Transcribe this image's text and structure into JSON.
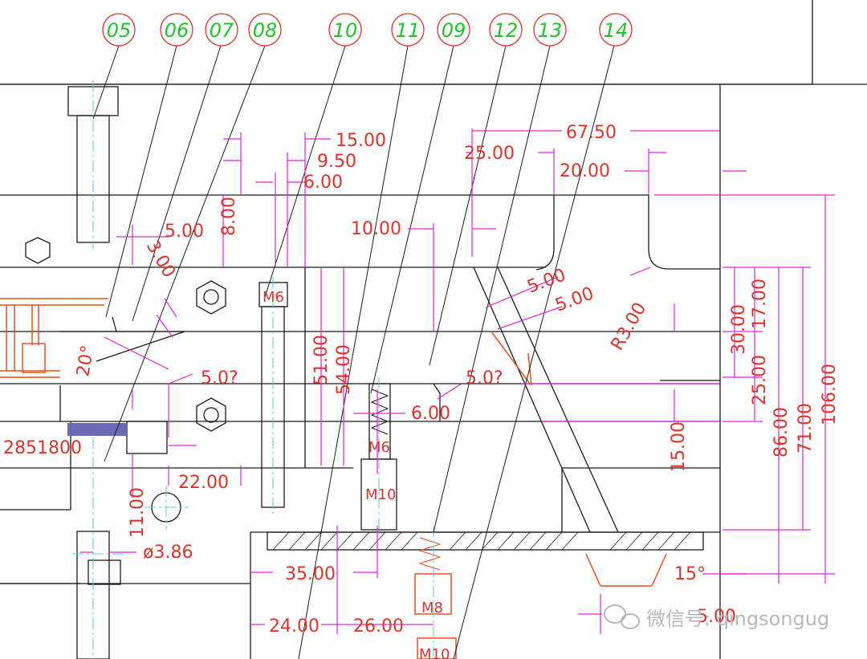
{
  "balloons": [
    "05",
    "06",
    "07",
    "08",
    "10",
    "11",
    "09",
    "12",
    "13",
    "14"
  ],
  "dimensions": {
    "d_15": "15.00",
    "d_9_5": "9.50",
    "d_6a": "6.00",
    "d_67_5": "67.50",
    "d_25a": "25.00",
    "d_20": "20.00",
    "d_10": "10.00",
    "d_5a": "5.00",
    "d_8": "8.00",
    "d_3": "3.00",
    "d_5b": "5.00",
    "d_5c": "5.00",
    "d_r3": "R3.00",
    "d_30": "30.00",
    "d_17": "17.00",
    "d_51": "51.00",
    "d_54": "54.00",
    "d_20deg": "20°",
    "d_5q1": "5.0?",
    "d_5q2": "5.0?",
    "d_6b": "6.00",
    "d_25b": "25.00",
    "d_86": "86.00",
    "d_71": "71.00",
    "d_106": "106.00",
    "d_15b": "15.00",
    "d_part": "2851800",
    "d_22": "22.00",
    "d_11": "11.00",
    "d_dia": "ø3.86",
    "d_35": "35.00",
    "d_15deg": "15°",
    "d_24": "24.00",
    "d_26": "26.00",
    "d_5d": "5.00"
  },
  "labels": {
    "m6a": "M6",
    "m6b": "M6",
    "m10a": "M10",
    "m8": "M8",
    "m10b": "M10"
  },
  "watermark": "微信号: qingsongug",
  "colors": {
    "outline": "#1a1a1a",
    "dimension": "#e020e0",
    "dim_text": "#d9342b",
    "balloon_text": "#22c22a",
    "balloon_ring": "#d9342b",
    "center": "#49c9d6",
    "part": "#e0501e"
  }
}
